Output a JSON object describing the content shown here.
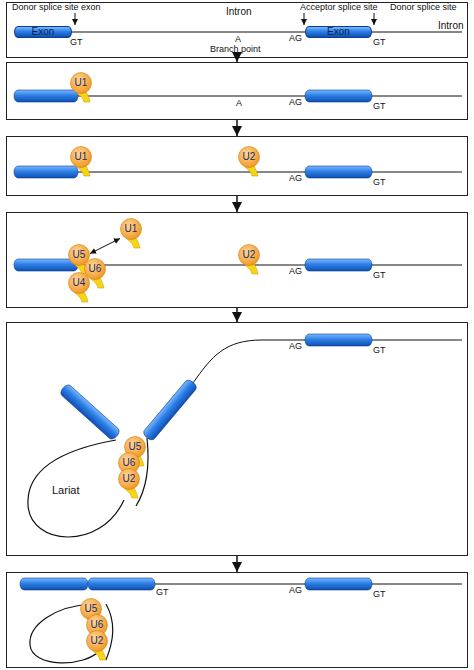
{
  "diagram": {
    "nodes": [
      {
        "text": [
          "Donor splice site exon",
          "Intron",
          "Acceptor splice site",
          "Donor splice site",
          "Intron",
          "GT",
          "A",
          "Branch point",
          "AG",
          "GT"
        ]
      },
      {
        "text": [
          "Exon"
        ],
        "in": 0
      },
      {
        "text": [
          "Exon"
        ],
        "in": 0
      },
      {
        "text": [
          "A",
          "AG",
          "GT"
        ]
      },
      {
        "text": [
          "U1"
        ],
        "in": 3
      },
      {
        "text": [
          "AG",
          "GT"
        ]
      },
      {
        "text": [
          "U1"
        ],
        "in": 5
      },
      {
        "text": [
          "U2"
        ],
        "in": 5
      },
      {
        "text": [
          "AG",
          "GT"
        ]
      },
      {
        "text": [
          "U1"
        ],
        "in": 8
      },
      {
        "text": [
          "U5"
        ],
        "in": 8
      },
      {
        "text": [
          "U6"
        ],
        "in": 8
      },
      {
        "text": [
          "U4"
        ],
        "in": 8
      },
      {
        "text": [
          "U2"
        ],
        "in": 8
      },
      {
        "text": [
          "AG",
          "GT",
          "Lariat"
        ]
      },
      {
        "text": [
          "U5"
        ],
        "in": 14
      },
      {
        "text": [
          "U6"
        ],
        "in": 14
      },
      {
        "text": [
          "U2"
        ],
        "in": 14
      },
      {
        "text": [
          "GT",
          "AG",
          "GT"
        ]
      },
      {
        "text": [
          "U5"
        ],
        "in": 18
      },
      {
        "text": [
          "U6"
        ],
        "in": 18
      },
      {
        "text": [
          "U2"
        ],
        "in": 18
      }
    ],
    "edges": [
      {
        "from": 0,
        "to": 3,
        "arrow": "to"
      },
      {
        "from": 3,
        "to": 5,
        "arrow": "to"
      },
      {
        "from": 5,
        "to": 8,
        "arrow": "to"
      },
      {
        "from": 8,
        "to": 14,
        "arrow": "to"
      },
      {
        "from": 14,
        "to": 18,
        "arrow": "to"
      },
      {
        "from": 9,
        "to": 10,
        "arrow": "both"
      }
    ]
  }
}
